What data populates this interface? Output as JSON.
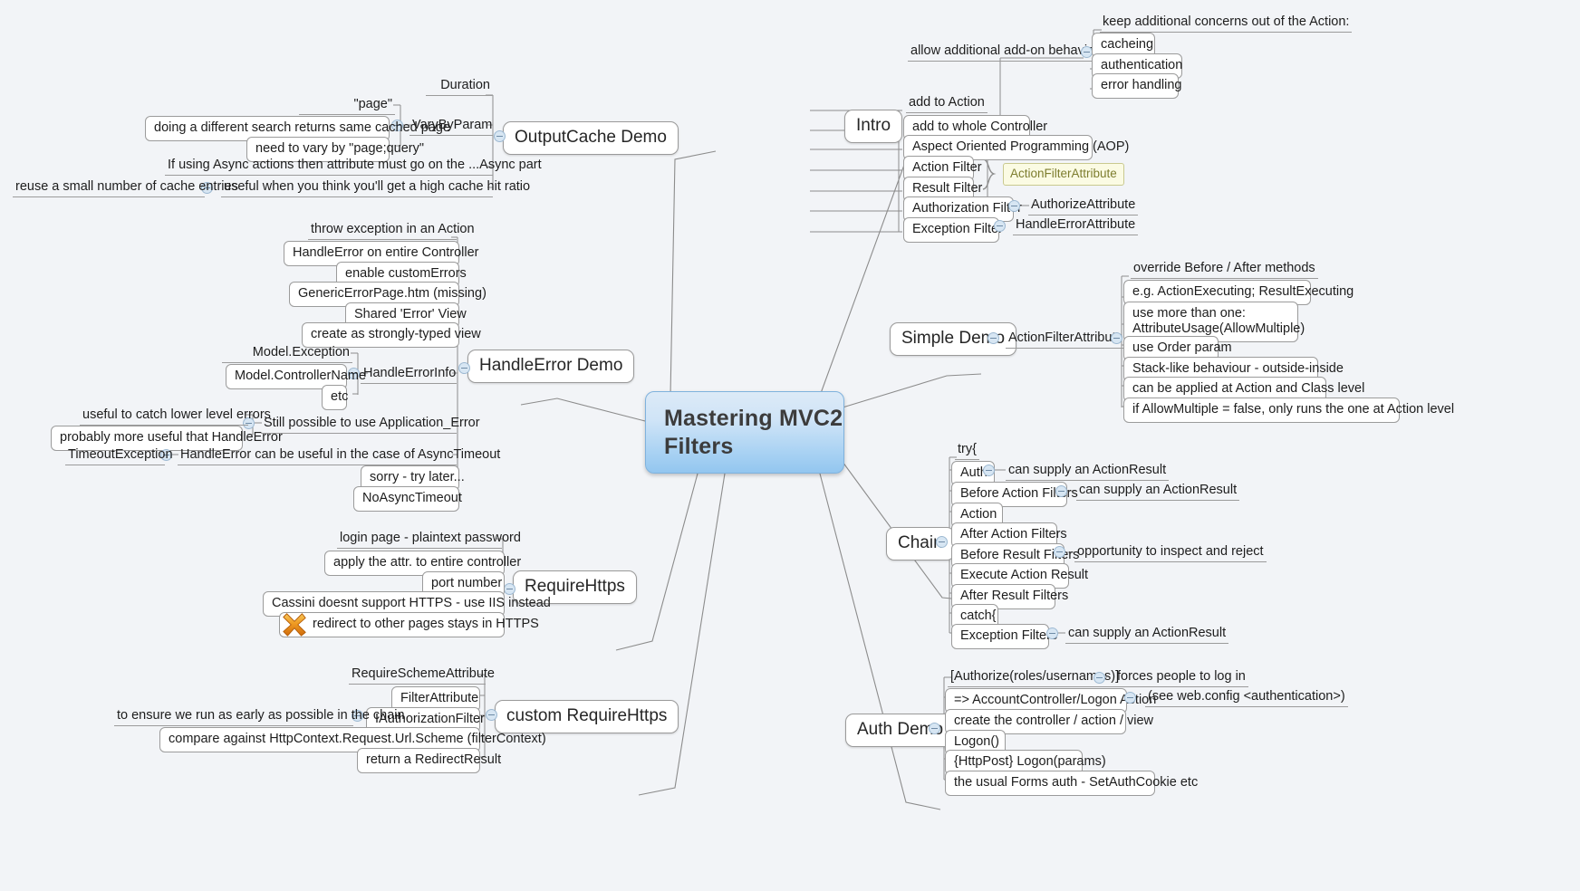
{
  "document": {
    "title": "Mastering MVC2 Filters",
    "type": "mind-map",
    "background": "#f2f4f7",
    "accent": "#93c6ef",
    "callout_color": "#fbfbe3"
  },
  "central": {
    "label": "Mastering MVC2\nFilters",
    "line1": "Mastering MVC2",
    "line2": "Filters"
  },
  "branches": {
    "intro": {
      "label": "Intro",
      "children": [
        {
          "label": "allow additional add-on behaviour",
          "style": "plain",
          "children": [
            {
              "label": "keep additional concerns out of the Action:",
              "style": "plain"
            },
            {
              "label": "cacheing",
              "style": "boxed"
            },
            {
              "label": "authentication",
              "style": "boxed"
            },
            {
              "label": "error handling",
              "style": "boxed"
            }
          ]
        },
        {
          "label": "add to Action",
          "style": "plain"
        },
        {
          "label": "add to whole Controller",
          "style": "boxed"
        },
        {
          "label": "Aspect Oriented Programming (AOP)",
          "style": "boxed"
        },
        {
          "label": "Action Filter",
          "style": "boxed"
        },
        {
          "label": "Result Filter",
          "style": "boxed"
        },
        {
          "label": "Authorization Filter",
          "style": "boxed",
          "children": [
            {
              "label": "AuthorizeAttribute",
              "style": "plain"
            }
          ]
        },
        {
          "label": "Exception Filter",
          "style": "boxed",
          "children": [
            {
              "label": "HandleErrorAttribute",
              "style": "plain"
            }
          ]
        }
      ],
      "callout": "ActionFilterAttribute"
    },
    "simple_demo": {
      "label": "Simple Demo",
      "children": [
        {
          "label": "ActionFilterAttribute",
          "style": "plain",
          "children": [
            {
              "label": "override Before / After methods",
              "style": "plain"
            },
            {
              "label": "e.g. ActionExecuting; ResultExecuting",
              "style": "boxed"
            },
            {
              "label": "use more than one:\nAttributeUsage(AllowMultiple)",
              "style": "boxed",
              "line1": "use more than one:",
              "line2": "AttributeUsage(AllowMultiple)"
            },
            {
              "label": "use Order param",
              "style": "boxed"
            },
            {
              "label": "Stack-like behaviour - outside-inside",
              "style": "boxed"
            },
            {
              "label": "can be applied at Action and Class level",
              "style": "boxed"
            },
            {
              "label": "if AllowMultiple = false, only runs the one at Action level",
              "style": "boxed"
            }
          ]
        }
      ]
    },
    "chain": {
      "label": "Chain",
      "children": [
        {
          "label": "try{",
          "style": "plain"
        },
        {
          "label": "Auth",
          "style": "boxed",
          "children": [
            {
              "label": "can supply an ActionResult",
              "style": "plain"
            }
          ]
        },
        {
          "label": "Before Action Filters",
          "style": "boxed",
          "children": [
            {
              "label": "can supply an ActionResult",
              "style": "plain"
            }
          ]
        },
        {
          "label": "Action",
          "style": "boxed"
        },
        {
          "label": "After Action Filters",
          "style": "boxed"
        },
        {
          "label": "Before Result Filters",
          "style": "boxed",
          "children": [
            {
              "label": "opportunity to inspect and reject",
              "style": "plain"
            }
          ]
        },
        {
          "label": "Execute Action Result",
          "style": "boxed"
        },
        {
          "label": "After Result Filters",
          "style": "boxed"
        },
        {
          "label": "catch{",
          "style": "boxed"
        },
        {
          "label": "Exception Filters",
          "style": "boxed",
          "children": [
            {
              "label": "can supply an ActionResult",
              "style": "plain"
            }
          ]
        }
      ]
    },
    "auth_demo": {
      "label": "Auth Demo",
      "children": [
        {
          "label": "[Authorize(roles/usernames)]",
          "style": "plain",
          "children": [
            {
              "label": "forces people to log in",
              "style": "plain"
            }
          ]
        },
        {
          "label": "=> AccountController/Logon Action",
          "style": "boxed",
          "children": [
            {
              "label": "(see web.config <authentication>)",
              "style": "plain"
            }
          ]
        },
        {
          "label": "create the controller / action / view",
          "style": "boxed"
        },
        {
          "label": "Logon()",
          "style": "boxed"
        },
        {
          "label": "{HttpPost} Logon(params)",
          "style": "boxed"
        },
        {
          "label": "the usual Forms auth - SetAuthCookie etc",
          "style": "boxed"
        }
      ]
    },
    "output_cache_demo": {
      "label": "OutputCache Demo",
      "children": [
        {
          "label": "Duration",
          "style": "plain"
        },
        {
          "label": "VaryByParam",
          "style": "plain",
          "children": [
            {
              "label": "\"page\"",
              "style": "plain"
            },
            {
              "label": "doing a different search returns same cached page",
              "style": "boxed"
            },
            {
              "label": "need to vary by \"page;query\"",
              "style": "boxed"
            }
          ]
        },
        {
          "label": "If using Async actions then attribute must go on the ...Async part",
          "style": "plain"
        },
        {
          "label": "useful when you think you'll get a high cache hit ratio",
          "style": "plain",
          "children": [
            {
              "label": "reuse a small number of cache entries",
              "style": "plain"
            }
          ]
        }
      ]
    },
    "handle_error_demo": {
      "label": "HandleError Demo",
      "children": [
        {
          "label": "throw exception in an Action",
          "style": "plain"
        },
        {
          "label": "HandleError on entire Controller",
          "style": "boxed"
        },
        {
          "label": "enable customErrors",
          "style": "boxed"
        },
        {
          "label": "GenericErrorPage.htm (missing)",
          "style": "boxed"
        },
        {
          "label": "Shared 'Error' View",
          "style": "boxed"
        },
        {
          "label": "create as strongly-typed view",
          "style": "boxed"
        },
        {
          "label": "HandleErrorInfo",
          "style": "plain",
          "children": [
            {
              "label": "Model.Exception",
              "style": "plain"
            },
            {
              "label": "Model.ControllerName",
              "style": "boxed"
            },
            {
              "label": "etc",
              "style": "boxed"
            }
          ]
        },
        {
          "label": "Still possible to use Application_Error",
          "style": "plain",
          "children": [
            {
              "label": "useful to catch lower level errors",
              "style": "plain"
            },
            {
              "label": "probably more useful that HandleError",
              "style": "boxed"
            }
          ]
        },
        {
          "label": "HandleError can be useful in the case of AsyncTimeout",
          "style": "plain",
          "children": [
            {
              "label": "TimeoutException",
              "style": "plain"
            }
          ]
        },
        {
          "label": "sorry - try later...",
          "style": "boxed"
        },
        {
          "label": "NoAsyncTimeout",
          "style": "boxed"
        }
      ]
    },
    "require_https": {
      "label": "RequireHttps",
      "children": [
        {
          "label": "login page - plaintext password",
          "style": "plain"
        },
        {
          "label": "apply the attr. to entire controller",
          "style": "boxed"
        },
        {
          "label": "port number",
          "style": "boxed"
        },
        {
          "label": "Cassini doesnt support HTTPS - use IIS instead",
          "style": "boxed"
        },
        {
          "label": "redirect to other pages stays in HTTPS",
          "style": "boxed",
          "icon": "x-mark-icon"
        }
      ]
    },
    "custom_require_https": {
      "label": "custom RequireHttps",
      "children": [
        {
          "label": "RequireSchemeAttribute",
          "style": "plain"
        },
        {
          "label": "FilterAttribute",
          "style": "boxed"
        },
        {
          "label": "IAuthorizationFilter",
          "style": "boxed",
          "children": [
            {
              "label": "to ensure we run as early as possible in the chain",
              "style": "plain"
            }
          ]
        },
        {
          "label": "compare against HttpContext.Request.Url.Scheme (filterContext)",
          "style": "boxed"
        },
        {
          "label": "return a RedirectResult",
          "style": "boxed"
        }
      ]
    }
  }
}
